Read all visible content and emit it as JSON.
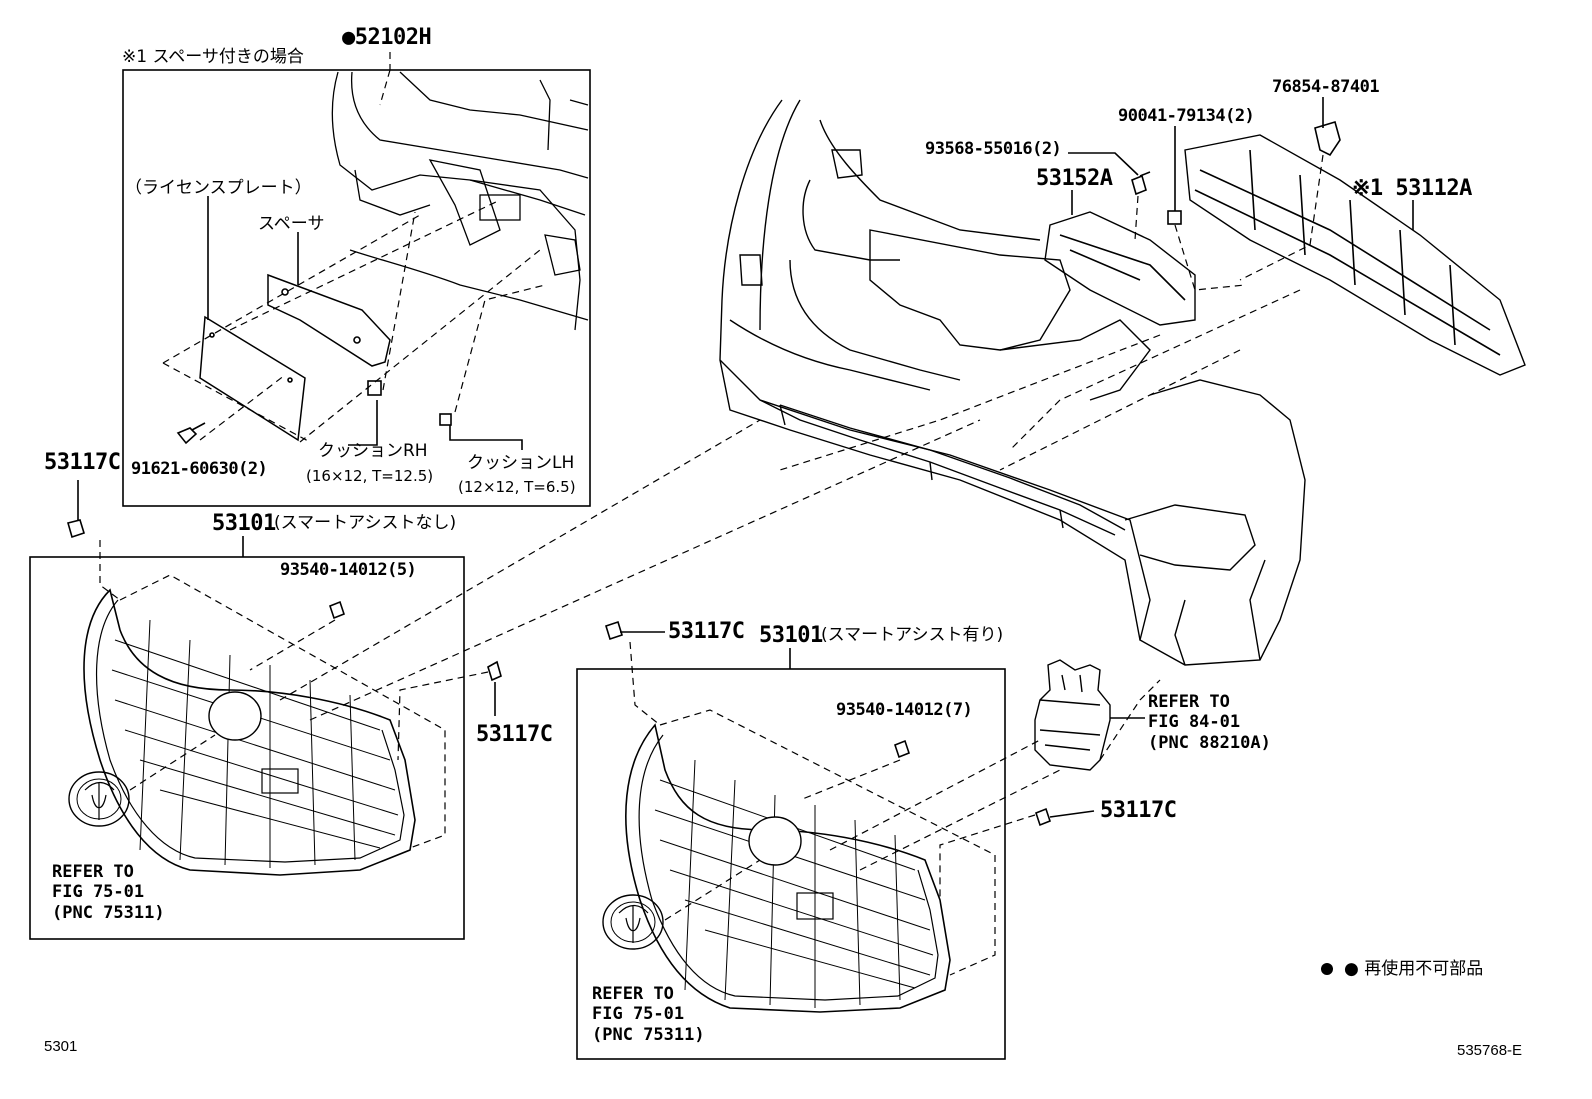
{
  "top_part": "●52102H",
  "note_spacer": "※1 スペーサ付きの場合",
  "license_plate": "（ライセンスプレート）",
  "spacer": "スペーサ",
  "bolt_plate": "91621-60630(2)",
  "cushion_rh": "クッションRH",
  "cushion_rh_dim": "(16×12, T=12.5)",
  "cushion_lh": "クッションLH",
  "cushion_lh_dim": "(12×12, T=6.5)",
  "clip_a": "53117C",
  "grille_a": "53101",
  "grille_a_note": "(スマートアシストなし)",
  "screw_a": "93540-14012(5)",
  "clip_b": "53117C",
  "ref_a": [
    "REFER TO",
    "FIG 75-01",
    "(PNC 75311)"
  ],
  "clip_c": "53117C",
  "grille_b": "53101",
  "grille_b_note": "(スマートアシスト有り)",
  "screw_b": "93540-14012(7)",
  "ref_b": [
    "REFER TO",
    "FIG 75-01",
    "(PNC 75311)"
  ],
  "clip_d": "53117C",
  "ref_c": [
    "REFER TO",
    "FIG 84-01",
    "(PNC 88210A)"
  ],
  "bracket_part": "76854-87401",
  "nut_part": "90041-79134(2)",
  "clip_part": "93568-55016(2)",
  "retainer": "53152A",
  "lower_grille": "※1 53112A",
  "legend": "● 再使用不可部品",
  "page_code": "5301",
  "drawing_code": "535768-E"
}
